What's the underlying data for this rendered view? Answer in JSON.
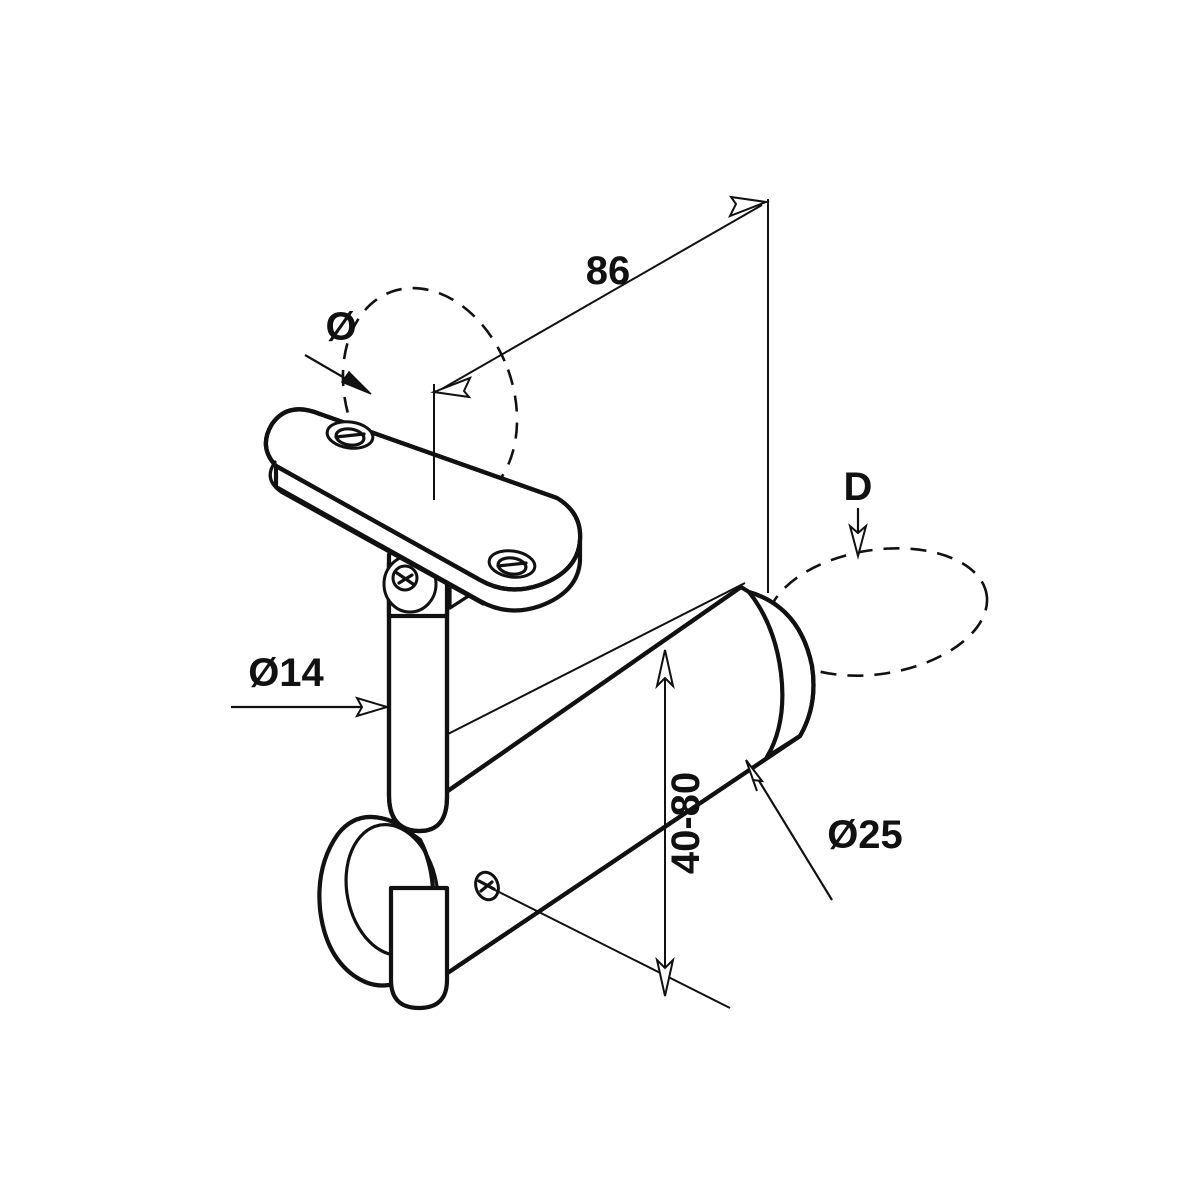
{
  "drawing": {
    "type": "technical-isometric-drawing",
    "subject": "adjustable handrail wall bracket",
    "background_color": "#ffffff",
    "line_color": "#111111",
    "dimensions": {
      "projection_86": "86",
      "post_diameter": "Ø14",
      "tube_diameter": "Ø25",
      "height_range": "40-80",
      "plate_hole_diameter": "Ø",
      "tube_axis_diameter": "D"
    },
    "annotations": [
      {
        "id": "dim-86",
        "label": "86",
        "kind": "linear-dimension",
        "description": "projection from wall to plate edge"
      },
      {
        "id": "dim-plate",
        "label": "Ø",
        "kind": "diameter-callout",
        "description": "mounting plate hole diameter"
      },
      {
        "id": "dim-post",
        "label": "Ø14",
        "kind": "diameter-callout",
        "description": "vertical post diameter"
      },
      {
        "id": "dim-tube",
        "label": "Ø25",
        "kind": "diameter-callout",
        "description": "handrail tube diameter"
      },
      {
        "id": "dim-height",
        "label": "40-80",
        "kind": "linear-dimension",
        "description": "adjustable height range"
      },
      {
        "id": "dim-d",
        "label": "D",
        "kind": "diameter-callout",
        "description": "handrail tube end diameter D"
      }
    ],
    "parts": [
      {
        "id": "wall-plate",
        "name": "oblong mounting plate with two countersunk holes"
      },
      {
        "id": "pivot-joint",
        "name": "swivel joint with grub screw"
      },
      {
        "id": "vertical-post",
        "name": "Ø14 vertical support post"
      },
      {
        "id": "handrail-tube",
        "name": "Ø25 handrail tube with rounded end cap"
      },
      {
        "id": "set-screw",
        "name": "set screw hole on handrail tube"
      },
      {
        "id": "wall-line",
        "name": "wall reference line"
      }
    ]
  }
}
